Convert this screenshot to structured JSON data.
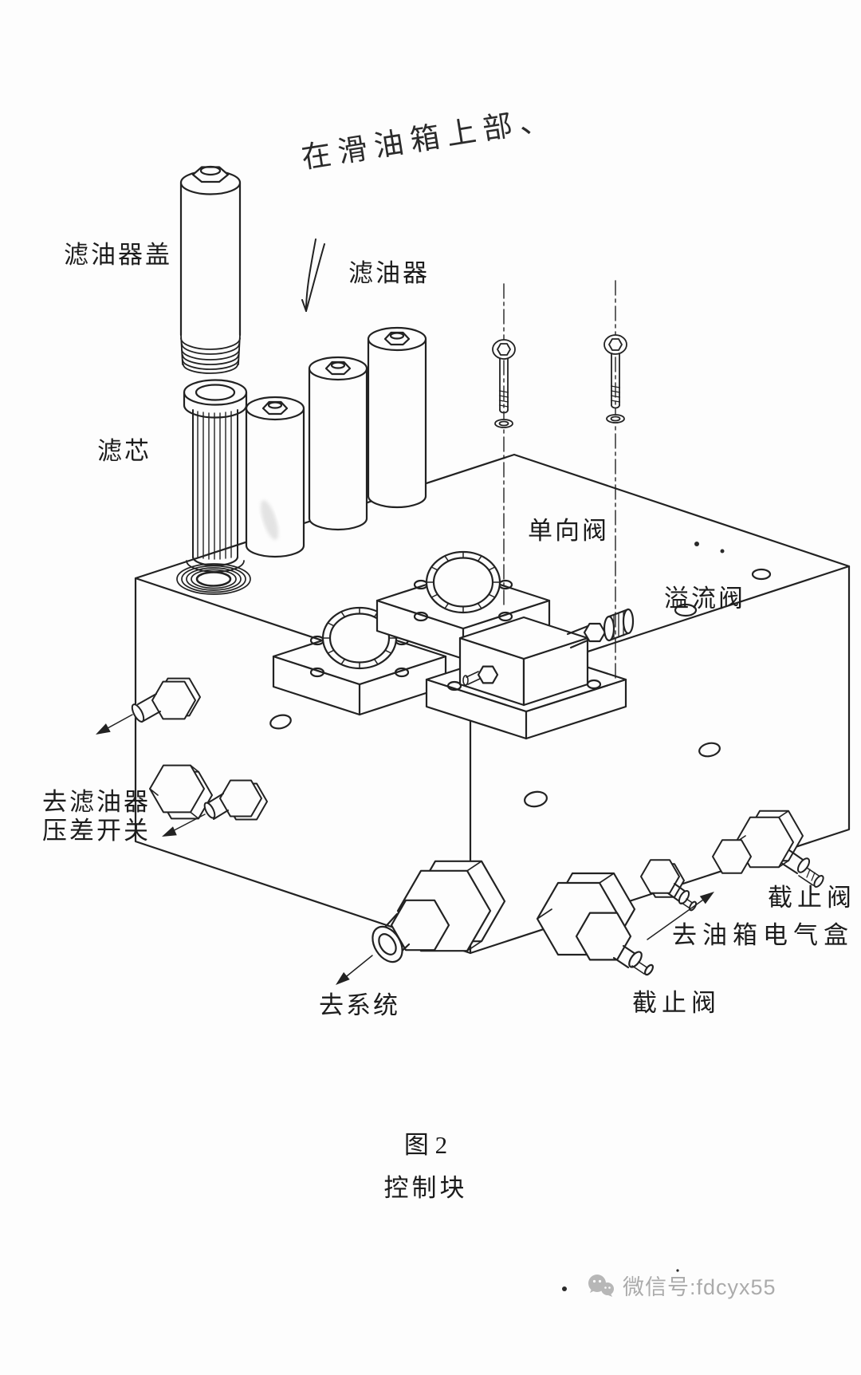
{
  "figure": {
    "handwritten_note": "在滑油箱上部、",
    "labels": {
      "filter_cover": "滤油器盖",
      "oil_filter": "滤油器",
      "filter_element": "滤芯",
      "check_valve": "单向阀",
      "relief_valve": "溢流阀",
      "to_filter_dp_switch_line1": "去滤油器",
      "to_filter_dp_switch_line2": "压差开关",
      "to_system": "去系统",
      "shutoff_valve_right": "截止阀",
      "to_tank_electrical_box": "去油箱电气盒",
      "shutoff_valve_bottom": "截止阀"
    },
    "caption": {
      "number": "图 2",
      "title": "控制块"
    }
  },
  "watermark": {
    "text": "微信号:fdcyx55"
  },
  "colors": {
    "ink": "#1f1f1f",
    "watermark_gray": "#a6a6a6",
    "paper": "#fdfdfd"
  }
}
